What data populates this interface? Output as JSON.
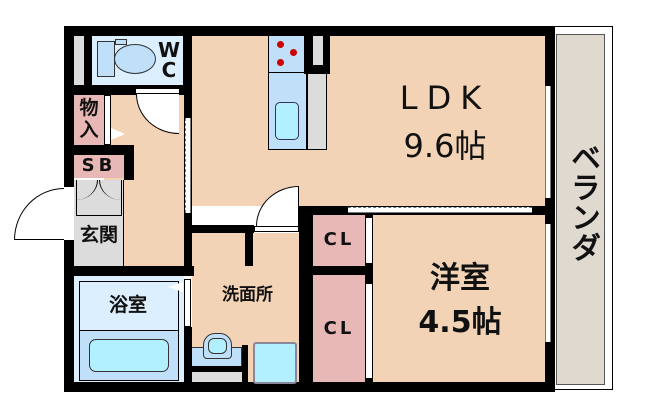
{
  "floor_plan": {
    "rooms": {
      "wc": {
        "label_line1": "W",
        "label_line2": "C"
      },
      "storage": {
        "label_line1": "物",
        "label_line2": "入"
      },
      "shoe_box": {
        "label": "SB"
      },
      "entrance": {
        "label": "玄関"
      },
      "ldk": {
        "label": "LDK",
        "size": "9.6帖"
      },
      "bathroom": {
        "label": "浴室"
      },
      "washroom": {
        "label": "洗面所"
      },
      "closet_upper": {
        "label": "CL"
      },
      "closet_lower": {
        "label": "CL"
      },
      "western_room": {
        "label": "洋室",
        "size": "4.5帖"
      },
      "veranda": {
        "label": "ベランダ"
      }
    },
    "colors": {
      "floor": "#f2d3b6",
      "closet": "#e7b8b6",
      "wet_area": "#dcefff",
      "fixture": "#bfe0f8",
      "entrance_floor": "#dcdcdc",
      "veranda": "#dfd9d0",
      "wall": "#000000",
      "stove_burner": "#cc0000"
    }
  }
}
